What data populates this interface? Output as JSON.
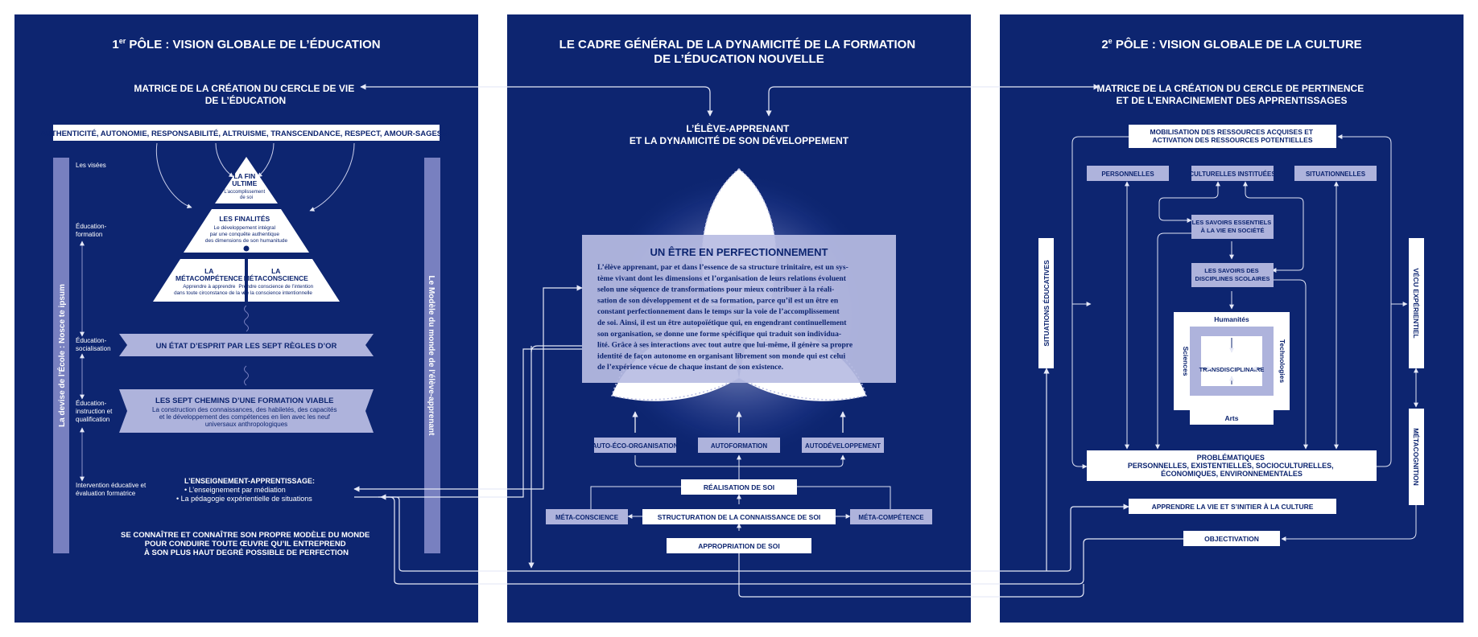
{
  "colors": {
    "panel": "#0d2570",
    "panel_text": "#ffffff",
    "lavender": "#aeb3dc",
    "lavender_dark": "#8e95cc",
    "box_text": "#0d2570",
    "arrow": "#dfe3f5"
  },
  "left": {
    "title_main": "1",
    "title_sup": "er",
    "title_rest": " PÔLE : VISION GLOBALE DE L’ÉDUCATION",
    "matrix_line1": "MATRICE DE LA CRÉATION DU CERCLE DE VIE",
    "matrix_line2": "DE L’ÉDUCATION",
    "values_bar": "AUTHENTICITÉ, AUTONOMIE, RESPONSABILITÉ, ALTRUISME, TRANSCENDANCE, RESPECT, AMOUR-SAGESSE",
    "side_left": "La devise de l’École : Nosce te ipsum",
    "side_right": "Le Modèle du monde de l’élève-apprenant",
    "levels": {
      "visees": "Les visées",
      "formation_1": "Éducation-",
      "formation_2": "formation",
      "socialisation_1": "Éducation-",
      "socialisation_2": "socialisation",
      "instruction_1": "Éducation-",
      "instruction_2": "instruction et",
      "instruction_3": "qualification",
      "intervention_1": "Intervention éducative et",
      "intervention_2": "évaluation formatrice"
    },
    "pyramid": {
      "fin_1": "LA FIN",
      "fin_2": "ULTIME",
      "fin_3": "L’accomplissement",
      "fin_4": "de soi",
      "finalites_1": "LES FINALITÉS",
      "finalites_2": "Le développement intégral",
      "finalites_3": "par une conquête authentique",
      "finalites_4": "des dimensions de son humanitude",
      "metacomp_1": "LA",
      "metacomp_2": "MÉTACOMPÉTENCE",
      "metacomp_3": "Apprendre à apprendre",
      "metacomp_4": "dans toute circonstance de la vie",
      "metacons_1": "LA",
      "metacons_2": "MÉTACONSCIENCE",
      "metacons_3": "Prendre conscience de l’intention",
      "metacons_4": "de la conscience intentionnelle"
    },
    "etat_esprit": "UN ÉTAT D’ESPRIT PAR LES SEPT RÈGLES D’OR",
    "chemins_title": "LES SEPT CHEMINS D’UNE FORMATION VIABLE",
    "chemins_1": "La construction des connaissances, des habiletés, des capacités",
    "chemins_2": "et le développement des compétences en lien avec les neuf",
    "chemins_3": "universaux anthropologiques",
    "ens_title": "L’ENSEIGNEMENT-APPRENTISSAGE:",
    "ens_1": "• L’enseignement par médiation",
    "ens_2": "• La pédagogie expérientielle de situations",
    "bottom_1": "SE CONNAÎTRE ET CONNAÎTRE SON PROPRE MODÈLE DU MONDE",
    "bottom_2": "POUR CONDUIRE TOUTE ŒUVRE QU’IL ENTREPREND",
    "bottom_3": "À SON PLUS HAUT DEGRÉ POSSIBLE DE PERFECTION"
  },
  "center": {
    "title_1": "LE CADRE GÉNÉRAL DE LA DYNAMICITÉ DE LA FORMATION",
    "title_2": "DE L’ÉDUCATION NOUVELLE",
    "eleve_1": "L’ÉLÈVE-APPRENANT",
    "eleve_2": "ET LA DYNAMICITÉ DE SON DÉVELOPPEMENT",
    "etre_title": "UN ÊTRE EN PERFECTIONNEMENT",
    "para": [
      "L’élève apprenant, par et dans l’essence de sa structure trinitaire, est un sys-",
      "tème vivant dont les dimensions et l’organisation de leurs relations évoluent",
      "selon une séquence de transformations pour mieux contribuer à la réali-",
      "sation de son développement et de sa formation, parce qu’il est un être en",
      "constant perfectionnement dans le temps sur la voie de l’accomplissement",
      "de soi. Ainsi, il est un être autopoïétique qui, en engendrant continuellement",
      "son organisation, se donne une forme spécifique qui traduit son individua-",
      "lité. Grâce à ses interactions avec tout autre que lui-même, il génère sa propre",
      "identité de façon autonome en organisant librement son monde qui est celui",
      "de l’expérience vécue de chaque instant de son existence."
    ],
    "auto_eco": "AUTO-ÉCO-ORGANISATION",
    "autoformation": "AUTOFORMATION",
    "autodev": "AUTODÉVELOPPEMENT",
    "realisation": "RÉALISATION DE SOI",
    "meta_conscience": "MÉTA-CONSCIENCE",
    "structuration": "STRUCTURATION DE LA CONNAISSANCE DE SOI",
    "meta_competence": "MÉTA-COMPÉTENCE",
    "appropriation": "APPROPRIATION DE SOI"
  },
  "right": {
    "title_main": "2",
    "title_sup": "e",
    "title_rest": " PÔLE : VISION GLOBALE DE LA CULTURE",
    "matrix_line1": "MATRICE DE LA CRÉATION DU CERCLE DE PERTINENCE",
    "matrix_line2": "ET DE L’ENRACINEMENT DES APPRENTISSAGES",
    "mobilisation_1": "MOBILISATION DES RESSOURCES ACQUISES ET",
    "mobilisation_2": "ACTIVATION DES RESSOURCES POTENTIELLES",
    "personnelles": "PERSONNELLES",
    "culturelles": "CULTURELLES INSTITUÉES",
    "situationnelles": "SITUATIONNELLES",
    "savoirs_ess_1": "LES SAVOIRS ESSENTIELS",
    "savoirs_ess_2": "À LA VIE EN SOCIÉTÉ",
    "savoirs_disc_1": "LES SAVOIRS DES",
    "savoirs_disc_2": "DISCIPLINES SCOLAIRES",
    "humanites": "Humanités",
    "sciences": "Sciences",
    "technologies": "Technologies",
    "arts": "Arts",
    "transdisciplinaire": "TRANSDISCIPLINAIRE",
    "situations": "SITUATIONS ÉDUCATIVES",
    "vecu": "VÉCU EXPÉRIENTIEL",
    "metacognition": "MÉTACOGNITION",
    "problematiques_1": "PROBLÉMATIQUES",
    "problematiques_2": "PERSONNELLES, EXISTENTIELLES, SOCIOCULTURELLES,",
    "problematiques_3": "ÉCONOMIQUES, ENVIRONNEMENTALES",
    "apprendre": "APPRENDRE LA VIE ET S’INITIER À LA CULTURE",
    "objectivation": "OBJECTIVATION"
  }
}
